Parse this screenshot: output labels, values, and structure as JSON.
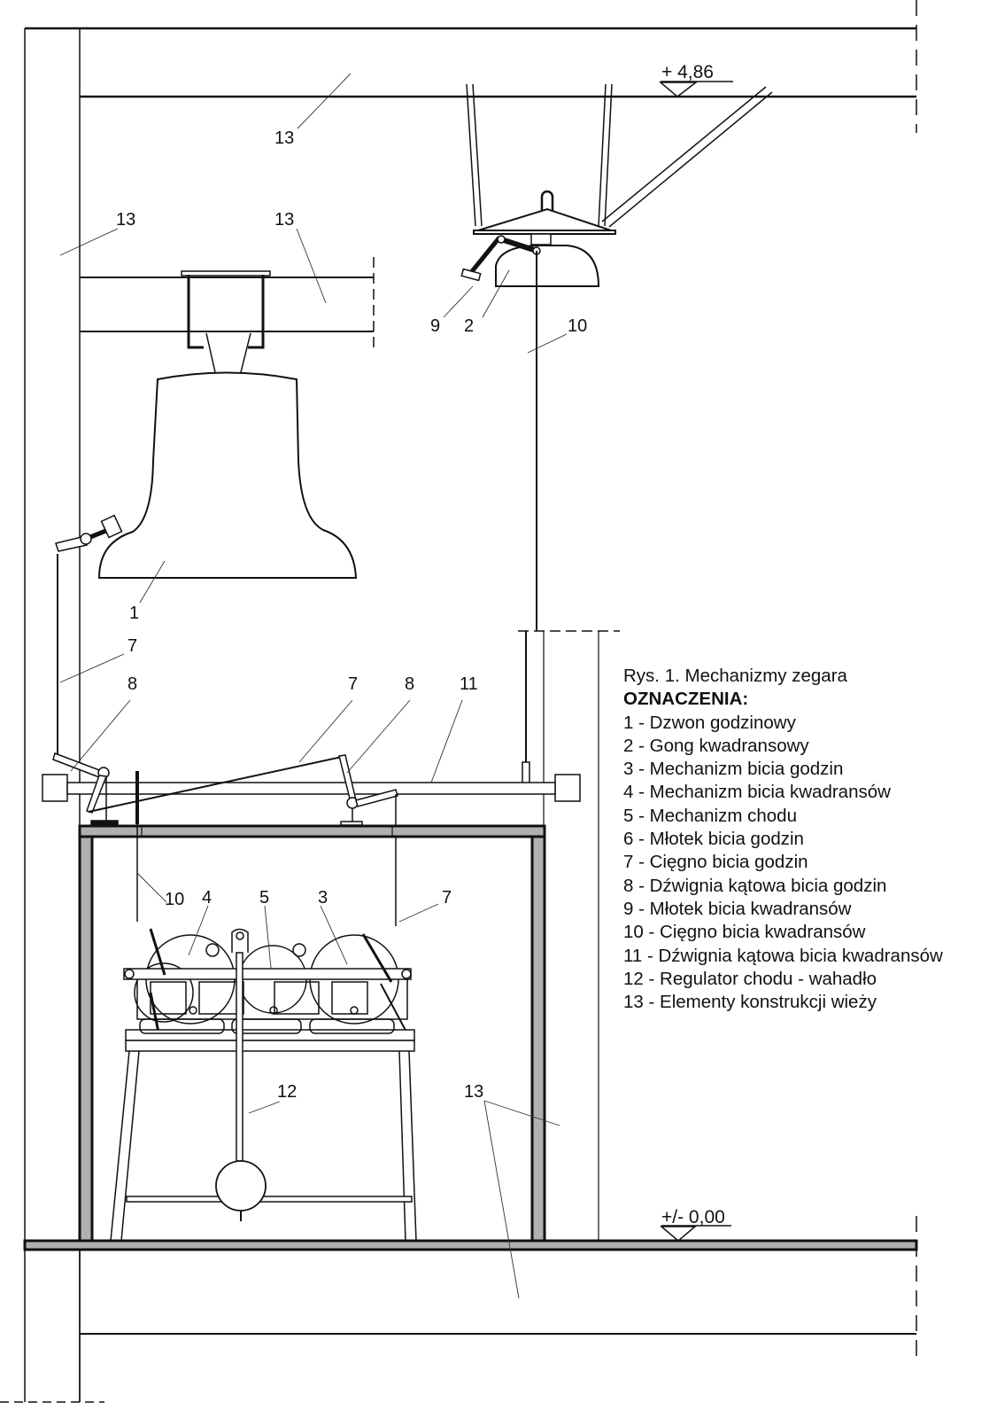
{
  "figure": {
    "caption": "Rys. 1. Mechanizmy zegara",
    "legend_heading": "OZNACZENIA:",
    "legend_items": [
      "1 - Dzwon godzinowy",
      "2 - Gong kwadransowy",
      "3 - Mechanizm bicia godzin",
      "4 - Mechanizm bicia kwadransów",
      "5 - Mechanizm chodu",
      "6 - Młotek bicia godzin",
      "7 - Cięgno bicia godzin",
      "8 - Dźwignia kątowa bicia godzin",
      "9 - Młotek bicia kwadransów",
      "10 - Cięgno bicia kwadransów",
      "11 - Dźwignia kątowa bicia kwadransów",
      "12 - Regulator chodu - wahadło",
      "13 - Elementy konstrukcji wieży"
    ]
  },
  "levels": {
    "top": "+ 4,86",
    "floor": "+/- 0,00"
  },
  "callouts": {
    "c13_top": "13",
    "c13_left": "13",
    "c13_beam": "13",
    "c9": "9",
    "c2": "2",
    "c10_top": "10",
    "c1": "1",
    "c7_left": "7",
    "c8_left": "8",
    "c7_mid": "7",
    "c8_mid": "8",
    "c11": "11",
    "c10_low": "10",
    "c4": "4",
    "c5": "5",
    "c3": "3",
    "c7_right": "7",
    "c12": "12",
    "c13_low": "13"
  },
  "colors": {
    "line": "#111111",
    "fill_grey": "#b0b0b0",
    "background": "#ffffff"
  }
}
